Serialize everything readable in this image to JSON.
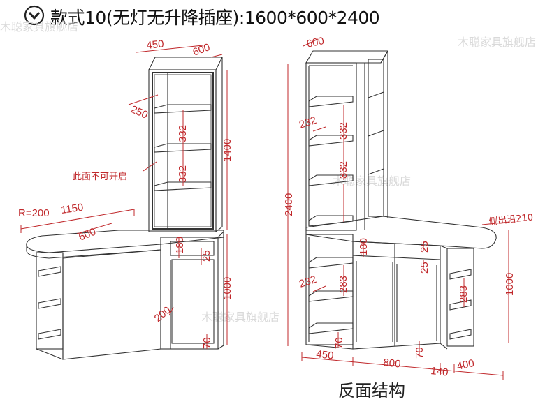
{
  "title": "款式10(无灯无升降插座):1600*600*2400",
  "left_view": {
    "top_width": "450",
    "top_depth": "600",
    "shelf_depth": "250",
    "shelf_gap_1": "332",
    "shelf_gap_2": "332",
    "tower_height": "1400",
    "glass_note": "此面不可开启",
    "radius": "R=200",
    "counter_length": "1150",
    "counter_depth": "600",
    "drawer_height": "180",
    "gap_small": "25",
    "counter_height": "1000",
    "inner_depth": "200",
    "toe_kick": "70"
  },
  "right_view": {
    "top_depth": "600",
    "total_height": "2400",
    "shelf_depth": "232",
    "shelf_gap_1": "332",
    "shelf_gap_2": "332",
    "lower_shelf_depth": "232",
    "lower_shelf_gap": "283",
    "drawer_height": "180",
    "gap_top": "25",
    "gap_mid": "25",
    "side_edge_note": "侧出沿210",
    "end_shelf_gap": "283",
    "counter_height": "1000",
    "toe_kick_1": "70",
    "toe_kick_2": "70",
    "width_1": "450",
    "width_2": "800",
    "width_3": "140",
    "width_4": "400"
  },
  "caption": "反面结构",
  "watermark": [
    "木聪家具旗舰店",
    "木聪家具旗舰店",
    "木聪家具旗舰店",
    "木聪家具旗舰店"
  ],
  "colors": {
    "dimension": "#c0282b",
    "outline": "#333333"
  },
  "icons": {
    "title_bullet": "chevron-down-circle-icon"
  }
}
